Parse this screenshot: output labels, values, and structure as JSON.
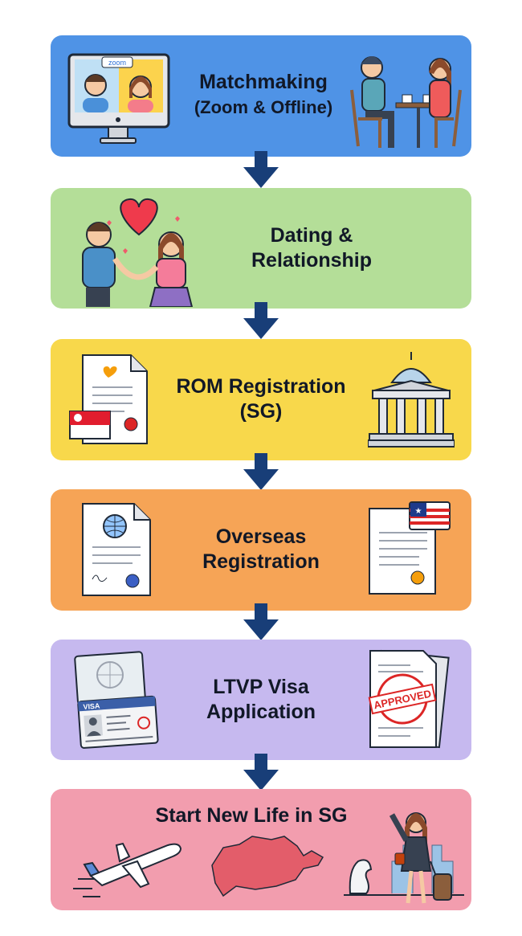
{
  "colors": {
    "arrow": "#183e78",
    "step1": "#4f93e6",
    "step2": "#b4de98",
    "step3": "#f8d84b",
    "step4": "#f6a456",
    "step5": "#c6b9ef",
    "step6": "#f29dae"
  },
  "steps": [
    {
      "line1": "Matchmaking",
      "line2": "(Zoom & Offline)",
      "logo_text": "zoom"
    },
    {
      "line1": "Dating &",
      "line2": "Relationship"
    },
    {
      "line1": "ROM Registration",
      "line2": "(SG)"
    },
    {
      "line1": "Overseas",
      "line2": "Registration"
    },
    {
      "line1": "LTVP Visa",
      "line2": "Application",
      "badge_text": "VISA",
      "stamp_text": "APPROVED"
    },
    {
      "line1": "Start New Life in SG"
    }
  ]
}
